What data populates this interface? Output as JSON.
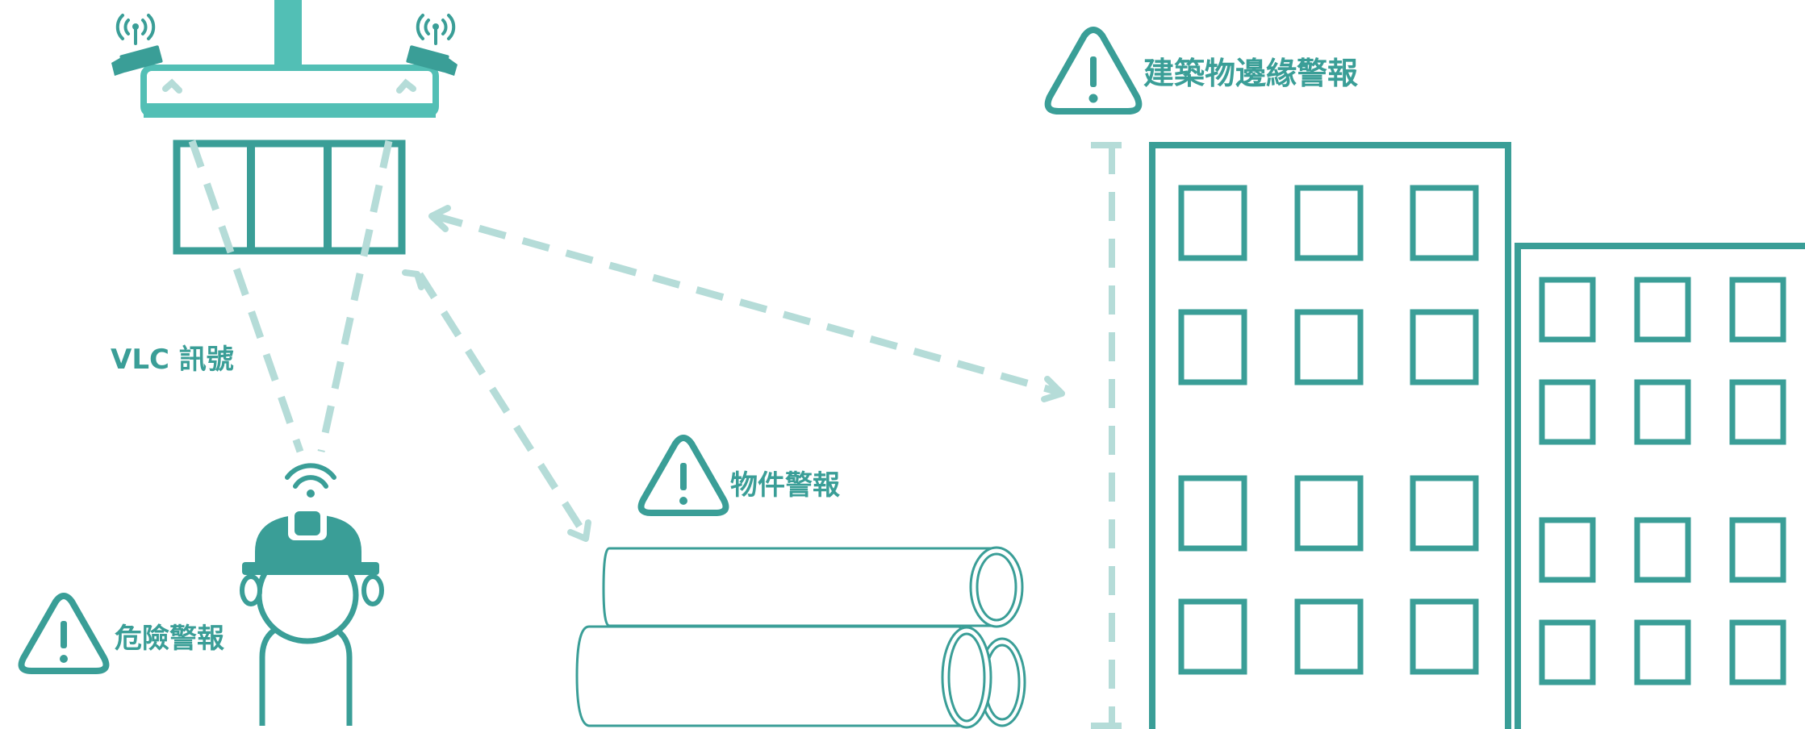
{
  "labels": {
    "vlc_signal": "VLC 訊號",
    "danger_alert": "危險警報",
    "object_alert": "物件警報",
    "building_edge_alert": "建築物邊緣警報"
  },
  "icons": {
    "warning": "warning-triangle-icon",
    "wifi": "wifi-icon",
    "camera": "camera-icon",
    "helmet": "hard-hat-icon"
  },
  "colors": {
    "primary": "#3a9e97",
    "fill": "#52bfb5",
    "dash": "#b5dcd8",
    "background": "#ffffff"
  }
}
